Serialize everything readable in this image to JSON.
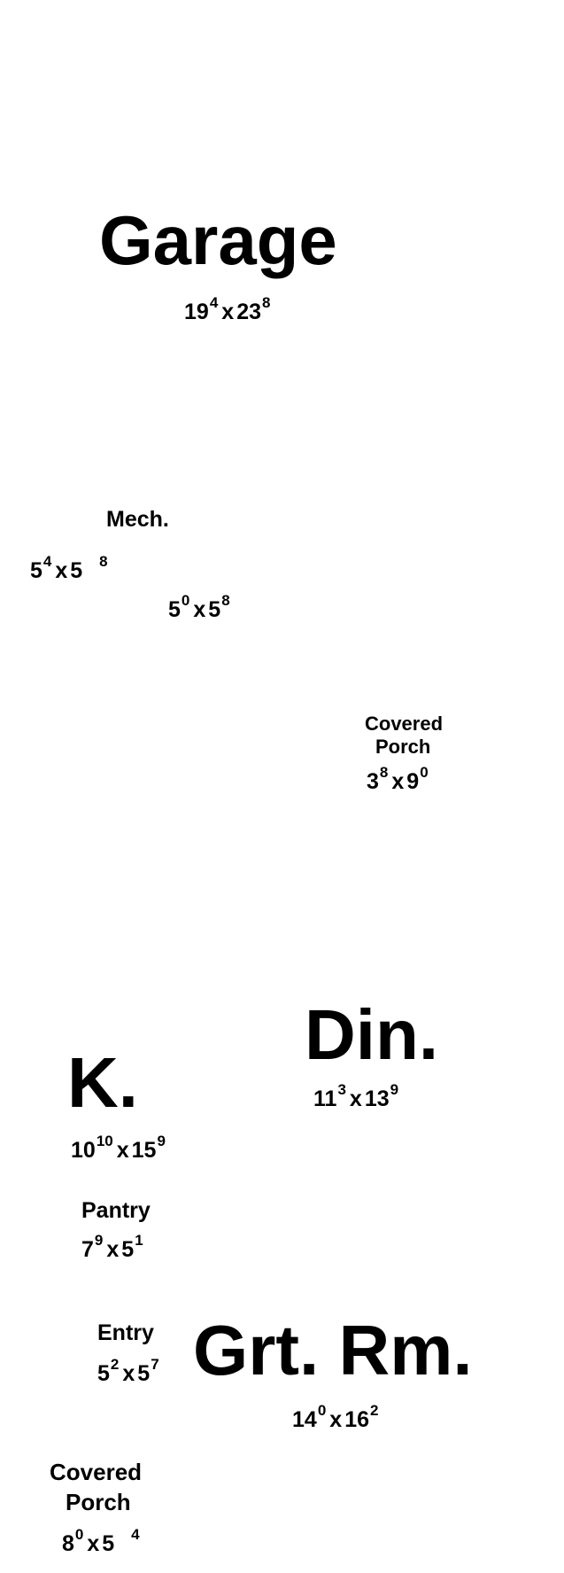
{
  "rooms": {
    "garage": {
      "name": "Garage",
      "w": "19",
      "w_in": "4",
      "d": "23",
      "d_in": "8"
    },
    "mech": {
      "name": "Mech."
    },
    "mech_dim": {
      "w": "5",
      "w_in": "4",
      "d": "5",
      "d_in": "8"
    },
    "closet_dim": {
      "w": "5",
      "w_in": "0",
      "d": "5",
      "d_in": "8"
    },
    "covered_porch_top": {
      "name_line1": "Covered",
      "name_line2": "Porch",
      "w": "3",
      "w_in": "8",
      "d": "9",
      "d_in": "0"
    },
    "dining": {
      "name": "Din.",
      "w": "11",
      "w_in": "3",
      "d": "13",
      "d_in": "9"
    },
    "kitchen": {
      "name": "K.",
      "w": "10",
      "w_in": "10",
      "d": "15",
      "d_in": "9"
    },
    "pantry": {
      "name": "Pantry",
      "w": "7",
      "w_in": "9",
      "d": "5",
      "d_in": "1"
    },
    "entry": {
      "name": "Entry",
      "w": "5",
      "w_in": "2",
      "d": "5",
      "d_in": "7"
    },
    "great_room": {
      "name": "Grt. Rm.",
      "w": "14",
      "w_in": "0",
      "d": "16",
      "d_in": "2"
    },
    "covered_porch_bottom": {
      "name_line1": "Covered",
      "name_line2": "Porch",
      "w": "8",
      "w_in": "0",
      "d": "5",
      "d_in": "4"
    }
  },
  "dim_separator": "x"
}
